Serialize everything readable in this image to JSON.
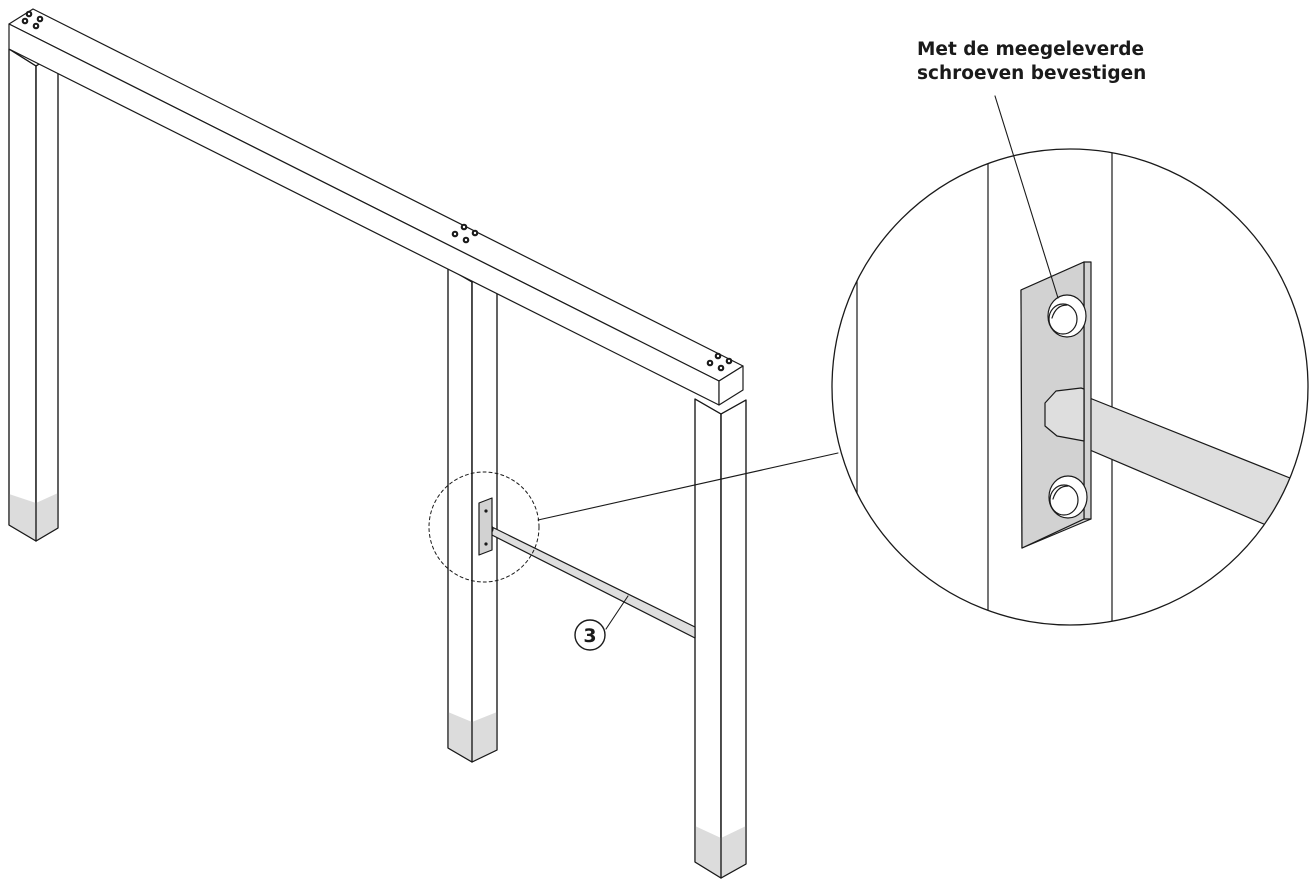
{
  "callout": {
    "line1": "Met de meegeleverde",
    "line2": "schroeven bevestigen"
  },
  "part_number": "3",
  "colors": {
    "line": "#1a1a1a",
    "foot_shade": "#dcdcdc",
    "rod_fill": "#dedede",
    "plate_fill": "#d2d2d2"
  }
}
